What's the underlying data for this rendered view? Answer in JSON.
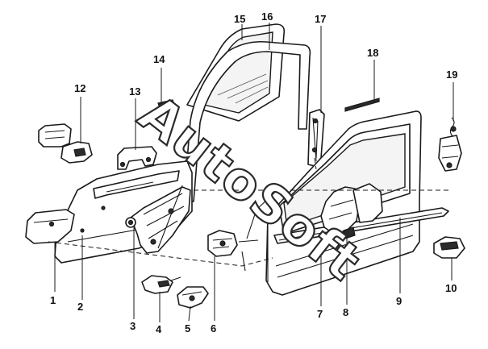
{
  "diagram": {
    "watermark": "AutoSoft",
    "callouts": [
      {
        "id": "1",
        "label": "1"
      },
      {
        "id": "2",
        "label": "2"
      },
      {
        "id": "3",
        "label": "3"
      },
      {
        "id": "4",
        "label": "4"
      },
      {
        "id": "5",
        "label": "5"
      },
      {
        "id": "6",
        "label": "6"
      },
      {
        "id": "7",
        "label": "7"
      },
      {
        "id": "8",
        "label": "8"
      },
      {
        "id": "9",
        "label": "9"
      },
      {
        "id": "10",
        "label": "10"
      },
      {
        "id": "12",
        "label": "12"
      },
      {
        "id": "13",
        "label": "13"
      },
      {
        "id": "14",
        "label": "14"
      },
      {
        "id": "15",
        "label": "15"
      },
      {
        "id": "16",
        "label": "16"
      },
      {
        "id": "17",
        "label": "17"
      },
      {
        "id": "18",
        "label": "18"
      },
      {
        "id": "19",
        "label": "19"
      }
    ]
  }
}
